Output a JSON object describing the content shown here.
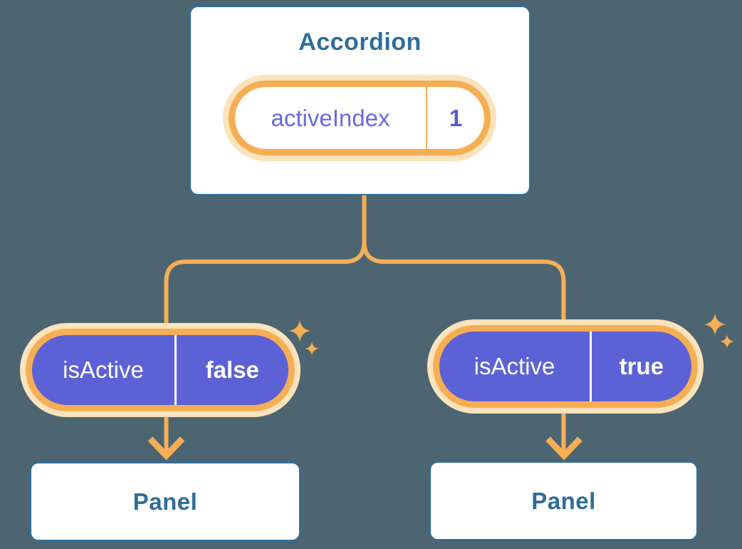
{
  "diagram": {
    "root": {
      "title": "Accordion",
      "state": {
        "name": "activeIndex",
        "value": "1"
      }
    },
    "props": [
      {
        "name": "isActive",
        "value": "false"
      },
      {
        "name": "isActive",
        "value": "true"
      }
    ],
    "children": [
      {
        "label": "Panel"
      },
      {
        "label": "Panel"
      }
    ]
  },
  "icons": {
    "sparkle": "sparkle-icon (four-point star, decorative, appears beside each highlighted pill)"
  },
  "colors": {
    "background": "#4C6571",
    "card_bg": "#FFFFFF",
    "card_border": "#2E6F9F",
    "heading_text": "#2F6D9A",
    "accent_orange": "#F6AE55",
    "glow_orange": "#FBE3BC",
    "state_name_purple": "#666BDF",
    "state_value_purple": "#555BD4",
    "prop_pill_purple": "#5C62D6",
    "prop_text_white": "#FFFFFF"
  }
}
